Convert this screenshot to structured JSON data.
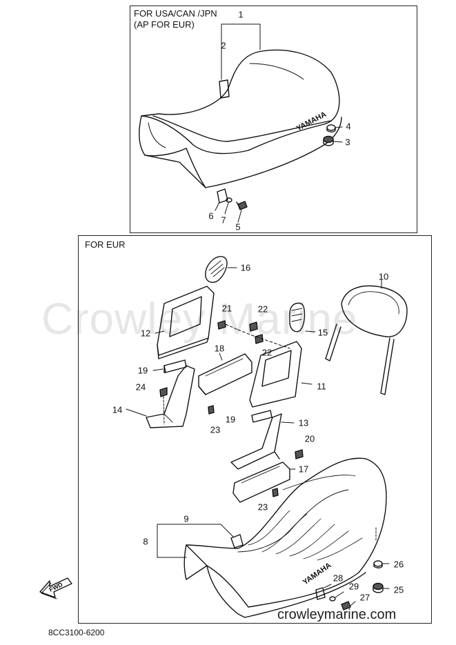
{
  "regions": {
    "top_label_line1": "FOR USA/CAN /JPN",
    "top_label_line2": "(AP FOR EUR)",
    "bottom_label": "FOR EUR"
  },
  "brand_text": "YAMAHA",
  "forward_arrow_text": "FWD",
  "watermark": "Crowley Marine",
  "website": "crowleymarine.com",
  "catalog_number": "8CC3100-6200",
  "callouts": {
    "c1": "1",
    "c2": "2",
    "c3": "3",
    "c4": "4",
    "c5": "5",
    "c6": "6",
    "c7": "7",
    "c8": "8",
    "c9": "9",
    "c10": "10",
    "c11": "11",
    "c12": "12",
    "c13": "13",
    "c14": "14",
    "c15": "15",
    "c16": "16",
    "c17": "17",
    "c18": "18",
    "c19a": "19",
    "c19b": "19",
    "c20": "20",
    "c21": "21",
    "c22a": "22",
    "c22b": "22",
    "c23a": "23",
    "c23b": "23",
    "c24": "24",
    "c25": "25",
    "c26": "26",
    "c27": "27",
    "c28": "28",
    "c29": "29"
  },
  "colors": {
    "line": "#111111",
    "watermark": "#e6e6e6",
    "background": "#ffffff"
  }
}
